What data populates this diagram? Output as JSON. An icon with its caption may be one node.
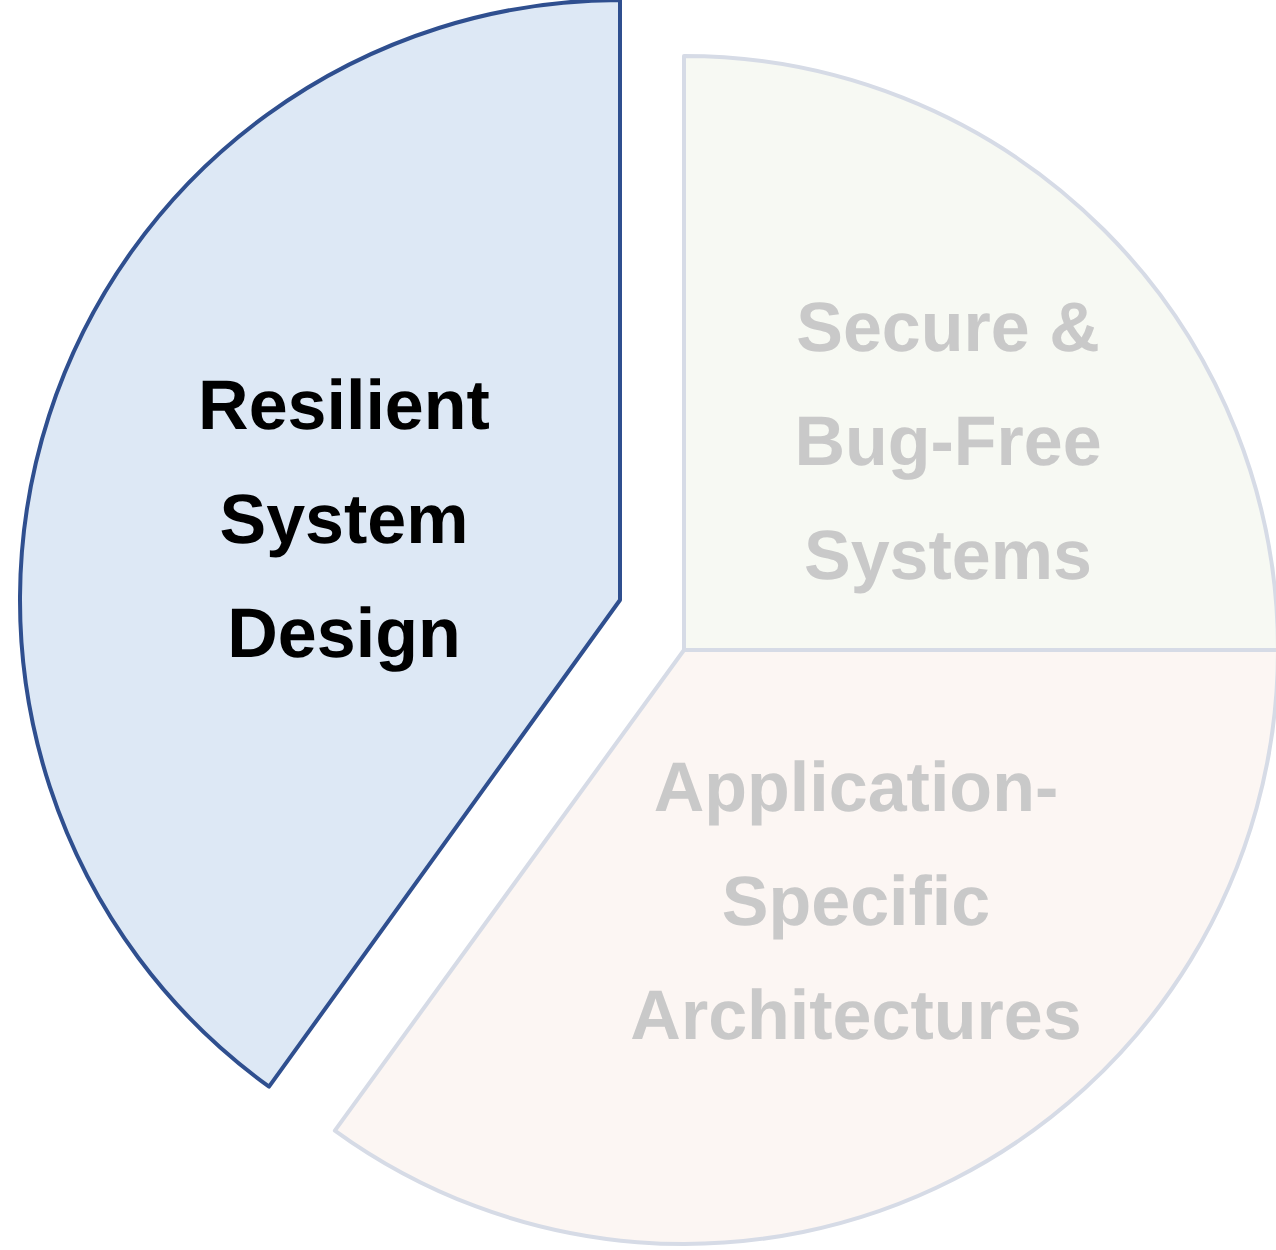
{
  "diagram": {
    "nodes": [
      {
        "text": [
          "Resilient System Design"
        ]
      },
      {
        "text": [
          "Secure & Bug-Free Systems"
        ]
      },
      {
        "text": [
          "Application-Specific Architectures"
        ]
      }
    ]
  }
}
